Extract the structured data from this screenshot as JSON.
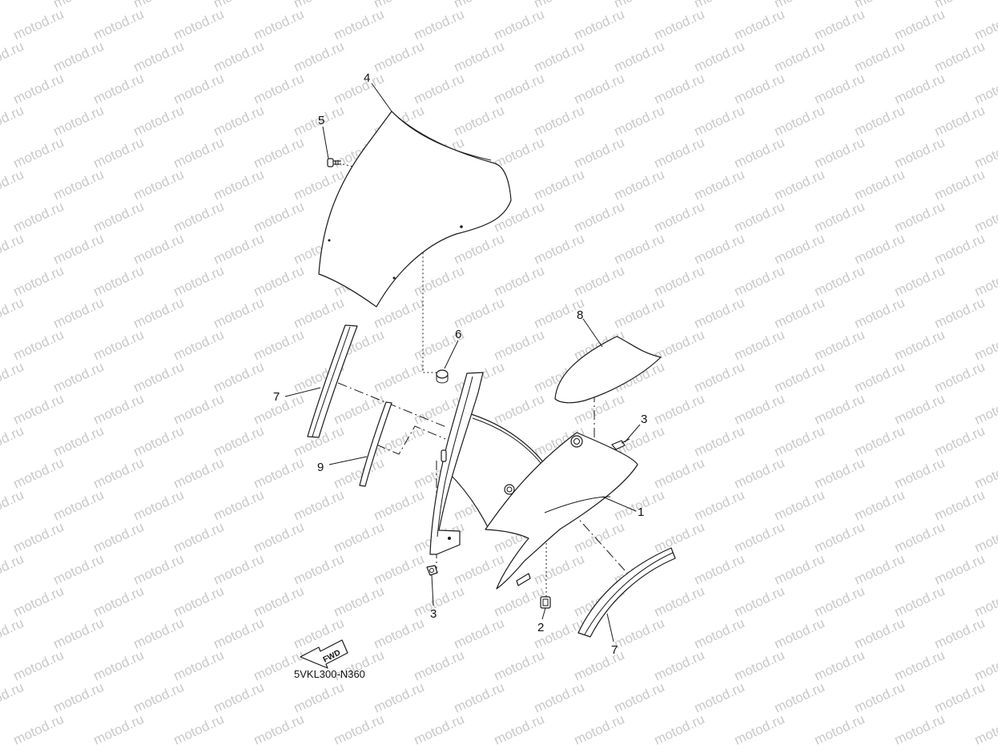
{
  "watermark": {
    "text": "motod.ru",
    "color": "#c9c9c9"
  },
  "diagram": {
    "code": "5VKL300-N360",
    "fwd_label": "FWD",
    "callouts": [
      {
        "id": "callout-4",
        "text": "4"
      },
      {
        "id": "callout-5",
        "text": "5"
      },
      {
        "id": "callout-6",
        "text": "6"
      },
      {
        "id": "callout-7a",
        "text": "7"
      },
      {
        "id": "callout-9",
        "text": "9"
      },
      {
        "id": "callout-8",
        "text": "8"
      },
      {
        "id": "callout-3a",
        "text": "3"
      },
      {
        "id": "callout-1",
        "text": "1"
      },
      {
        "id": "callout-3b",
        "text": "3"
      },
      {
        "id": "callout-2",
        "text": "2"
      },
      {
        "id": "callout-7b",
        "text": "7"
      }
    ]
  }
}
